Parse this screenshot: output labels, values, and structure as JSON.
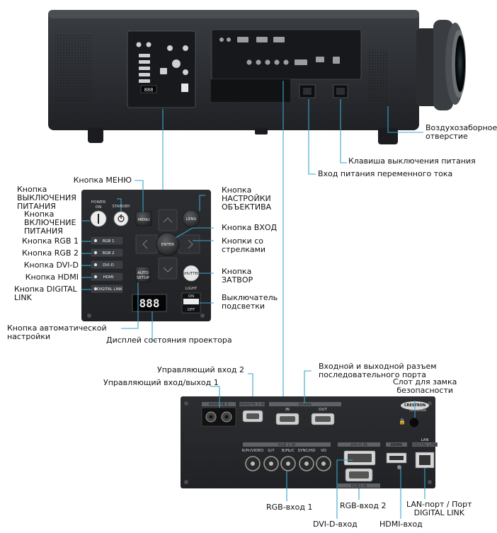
{
  "control_panel": {
    "power_on": "POWER ON",
    "standby": "STANDBY",
    "menu": "MENU",
    "lens": "LENS",
    "enter": "ENTER",
    "rgb1": "RGB 1",
    "rgb2": "RGB 2",
    "dvid": "DVI-D",
    "hdmi": "HDMI",
    "digital_link": "DIGITAL LINK",
    "auto_setup_1": "AUTO",
    "auto_setup_2": "SETUP",
    "shutter": "SHUTTER",
    "light": "LIGHT",
    "light_on": "ON",
    "light_off": "OFF",
    "display": "888"
  },
  "rear_panel": {
    "remote1": "REMOTE 1",
    "remote2_in": "REMOTE 2 IN",
    "serial": "SERIAL",
    "serial_in": "IN",
    "serial_out": "OUT",
    "rgb1_in": "RGB 1 IN",
    "rgb1_ports": [
      "R/Pr/VIDEO",
      "G/Y",
      "B/Pb/C",
      "SYNC/HD",
      "VD"
    ],
    "dvid_in": "DVI-D IN",
    "rgb2_in": "RGB2 IN",
    "hdmi": "HDMI",
    "lan": "LAN",
    "digital_link": "DIGITAL LINK",
    "crestron_1": "CRESTRON",
    "crestron_2": "connected"
  },
  "callouts": {
    "menu": "Кнопка МЕНЮ",
    "power_off": "Кнопка\nВЫКЛЮЧЕНИЯ\nПИТАНИЯ",
    "power_on": "Кнопка\nВКЛЮЧЕНИЕ\nПИТАНИЯ",
    "rgb1": "Кнопка RGB 1",
    "rgb2": "Кнопка RGB 2",
    "dvid": "Кнопка DVI-D",
    "hdmi": "Кнопка HDMI",
    "digital_link": "Кнопка DIGITAL\nLINK",
    "auto_setup": "Кнопка автоматической\nнастройки",
    "status_display": "Дисплей состояния проектора",
    "lens": "Кнопка\nНАСТРОЙКИ\nОБЪЕКТИВА",
    "enter": "Кнопка ВХОД",
    "arrows": "Кнопки со\nстрелками",
    "shutter": "Кнопка\nЗАТВОР",
    "light_switch": "Выключатель\nподсветки",
    "air_intake": "Воздухозаборное\nотверстие",
    "power_switch": "Клавиша выключения питания",
    "ac_in": "Вход питания переменного тока",
    "control_in2": "Управляющий вход 2",
    "control_io1": "Управляющий вход/выход 1",
    "serial_port": "Входной и выходной разъем\nпоследовательного порта",
    "security_slot": "Слот для замка\nбезопасности",
    "rgb_in1": "RGB-вход 1",
    "rgb_in2": "RGB-вход 2",
    "dvid_in": "DVI-D-вход",
    "hdmi_in": "HDMI-вход",
    "lan_port": "LAN-порт / Порт\nDIGITAL LINK"
  }
}
